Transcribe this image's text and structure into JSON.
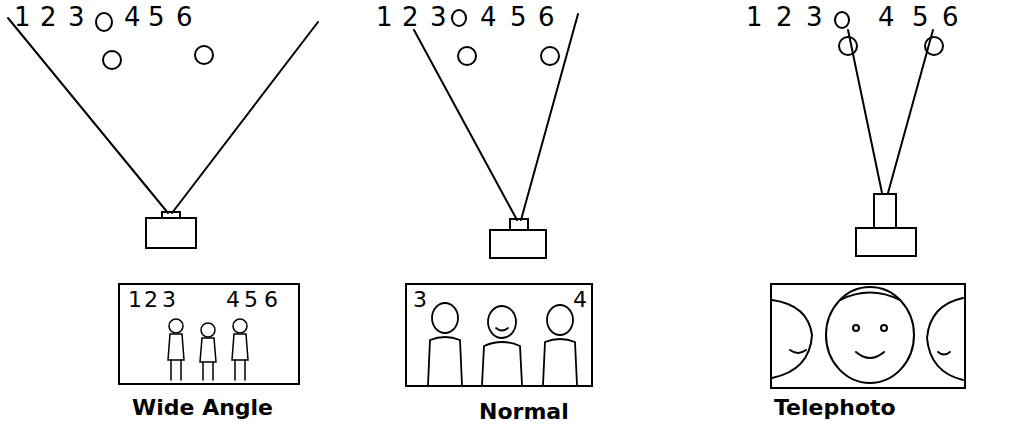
{
  "diagram": {
    "nodes": [
      {
        "text": [
          "1",
          "2",
          "3",
          "4",
          "5",
          "6",
          "Wide Angle"
        ]
      },
      {
        "text": [
          "3",
          "4",
          "Normal"
        ]
      },
      {
        "text": [
          "Telephoto"
        ]
      }
    ],
    "labels": [
      "1",
      "2",
      "3",
      "4",
      "5",
      "6",
      "1",
      "2",
      "3",
      "4",
      "5",
      "6",
      "1",
      "2",
      "3",
      "4",
      "5",
      "6"
    ]
  }
}
